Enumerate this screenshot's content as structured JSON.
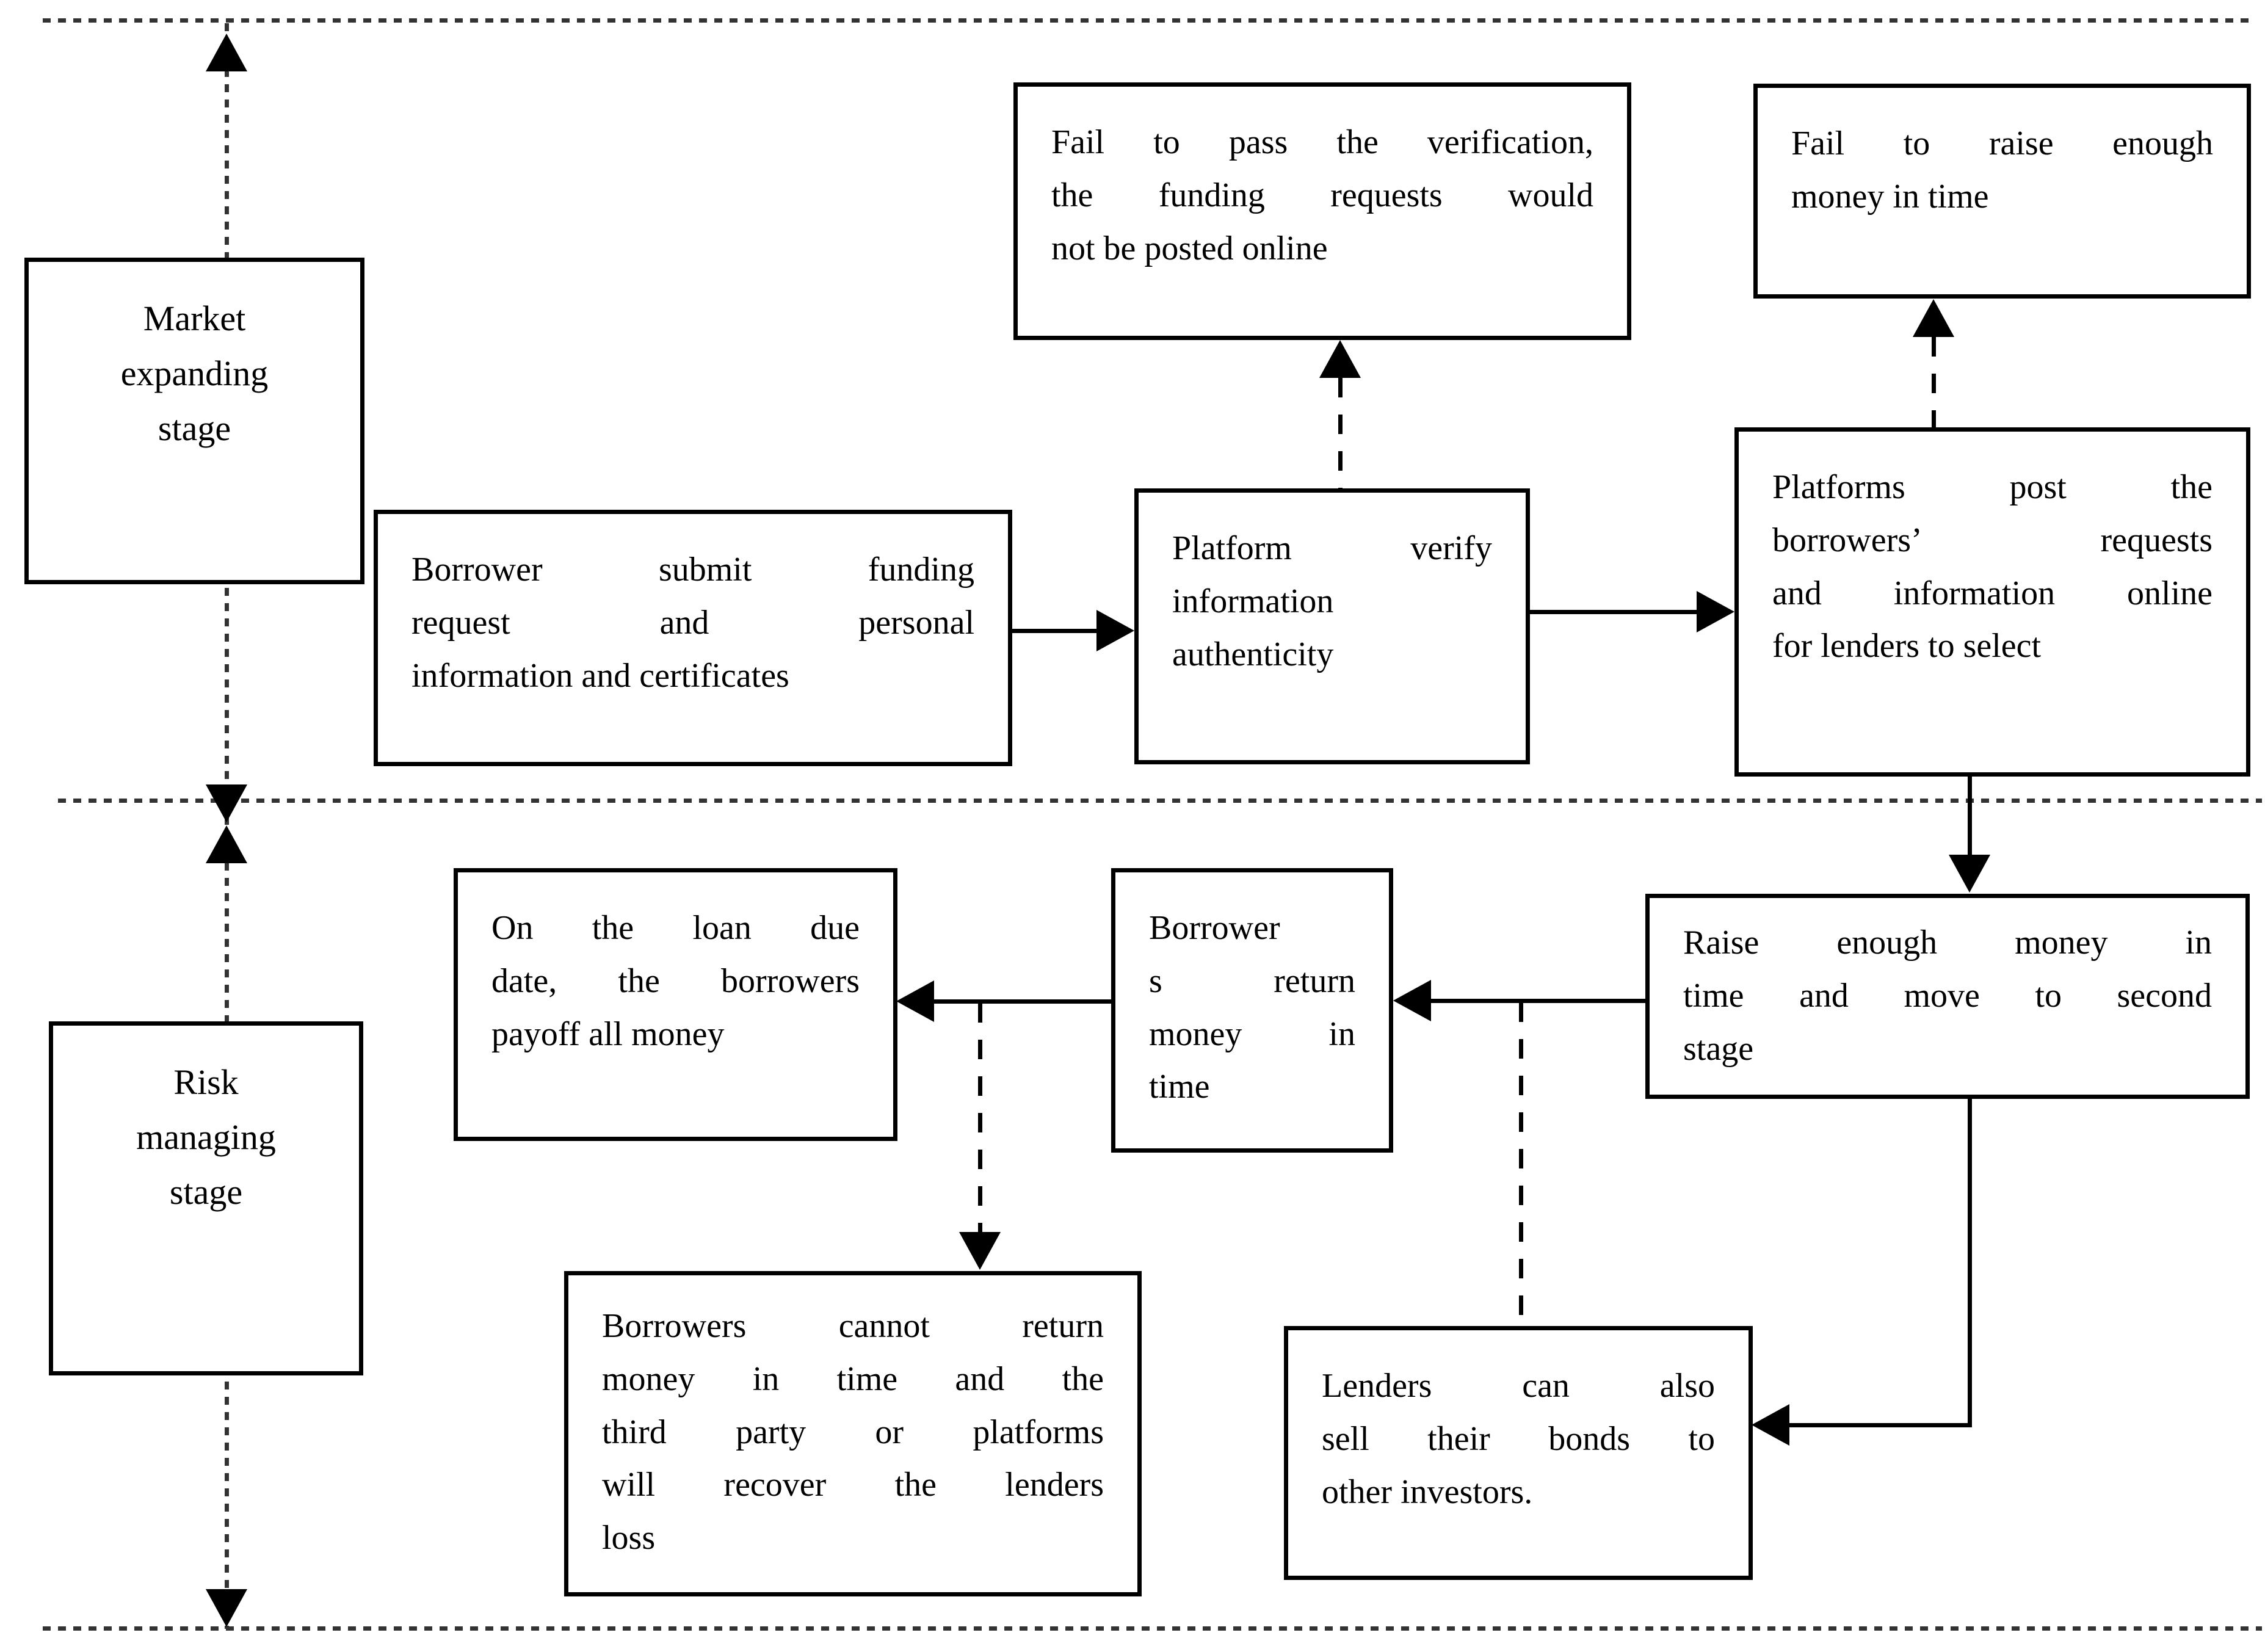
{
  "diagram": {
    "title": "P2P lending two-stage process flowchart",
    "colors": {
      "box_border": "#000000",
      "text": "#000000",
      "background": "#ffffff",
      "dotted_rule": "#333333",
      "arrow": "#000000"
    },
    "stages": {
      "market_stage": {
        "text": "Market\nexpanding\nstage"
      },
      "risk_stage": {
        "text": "Risk\nmanaging\nstage"
      }
    },
    "nodes": {
      "borrower_submit": {
        "text": "Borrower submit funding\nrequest and personal\ninformation and certificates"
      },
      "platform_verify": {
        "text": "Platform verify\ninformation\nauthenticity"
      },
      "platforms_post": {
        "text": "Platforms post the\nborrowers’ requests\nand information online\nfor lenders to select"
      },
      "fail_verification": {
        "text": "Fail to pass the verification,\nthe funding requests would\nnot be posted online"
      },
      "fail_raise": {
        "text": "Fail to raise enough\nmoney in time"
      },
      "raise_enough": {
        "text": "Raise enough money in\ntime and move to second\nstage"
      },
      "borrowers_return": {
        "text": "Borrower\ns return\nmoney in\ntime"
      },
      "on_loan_due": {
        "text": "On the loan due\ndate, the borrowers\npayoff all money"
      },
      "borrowers_cannot": {
        "text": "Borrowers cannot return\nmoney in time and the\nthird party or platforms\nwill recover the lenders\nloss"
      },
      "lenders_sell": {
        "text": "Lenders can also\nsell their bonds to\nother investors."
      }
    },
    "edges": [
      {
        "from": "borrower_submit",
        "to": "platform_verify",
        "style": "solid"
      },
      {
        "from": "platform_verify",
        "to": "platforms_post",
        "style": "solid"
      },
      {
        "from": "platform_verify",
        "to": "fail_verification",
        "style": "dashed"
      },
      {
        "from": "platforms_post",
        "to": "fail_raise",
        "style": "dashed"
      },
      {
        "from": "platforms_post",
        "to": "raise_enough",
        "style": "solid"
      },
      {
        "from": "raise_enough",
        "to": "borrowers_return",
        "style": "solid"
      },
      {
        "from": "borrowers_return",
        "to": "on_loan_due",
        "style": "solid"
      },
      {
        "from": "borrowers_return_to_on_loan_due_arrow",
        "to": "borrowers_cannot",
        "style": "dashed"
      },
      {
        "from": "raise_enough",
        "to": "lenders_sell",
        "style": "solid"
      },
      {
        "from": "raise_enough_to_borrowers_return_arrow",
        "to": "lenders_sell",
        "style": "dashed"
      }
    ]
  }
}
